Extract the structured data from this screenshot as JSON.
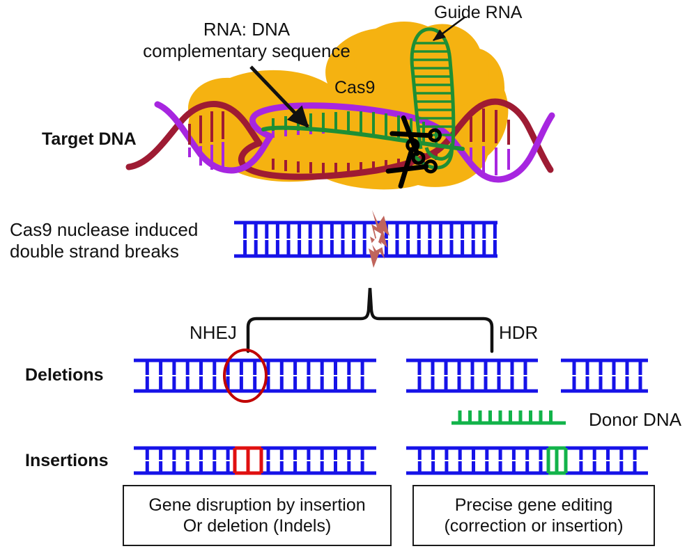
{
  "figure": {
    "title": "CRISPR-Cas9 genome editing mechanism",
    "type": "diagram"
  },
  "labels": {
    "rna_dna_complementary": "RNA: DNA\ncomplementary sequence",
    "guide_rna": "Guide RNA",
    "cas9": "Cas9",
    "target_dna": "Target DNA",
    "dsb_caption": "Cas9 nuclease induced\ndouble strand breaks",
    "nhej": "NHEJ",
    "hdr": "HDR",
    "deletions": "Deletions",
    "insertions": "Insertions",
    "donor_dna": "Donor DNA"
  },
  "outcome_boxes": {
    "left": "Gene disruption by insertion\nOr deletion (Indels)",
    "right": "Precise gene editing\n(correction or insertion)"
  },
  "colors": {
    "cas9_blob": "#F5B211",
    "dna_purple": "#A726E0",
    "dna_darkred": "#9E1B33",
    "guide_rna_green": "#1E8F35",
    "duplex_blue": "#1612E8",
    "donor_green": "#12B34A",
    "insertion_red": "#E01010",
    "deletion_circle_red": "#C00000",
    "break_bolt": "#C0655C",
    "text_black": "#111111",
    "box_border": "#1a1a1a"
  },
  "icons": {
    "scissors_top": "scissors-icon",
    "scissors_bottom": "scissors-icon",
    "arrow_rna_dna": "arrow-icon",
    "arrow_guide_rna": "arrow-icon",
    "brace": "curly-brace",
    "lightning_break": "lightning-bolt-icon",
    "deletion_ellipse": "ellipse-highlight"
  },
  "chart_data": {
    "type": "diagram",
    "panels": [
      {
        "name": "cas9-complex",
        "elements": [
          "Cas9 protein blob",
          "Target DNA double helix",
          "R-loop bubble",
          "Guide RNA hairpin",
          "two scissors cut sites"
        ]
      },
      {
        "name": "double-strand-break",
        "elements": [
          "blue DNA duplex",
          "jagged break at center"
        ]
      },
      {
        "name": "repair-pathways",
        "branches": [
          "NHEJ",
          "HDR"
        ]
      },
      {
        "name": "deletions-row",
        "nhej": "duplex with deleted region circled in red",
        "hdr": "two separated duplex fragments plus green donor DNA"
      },
      {
        "name": "insertions-row",
        "nhej": "duplex with red inserted segment",
        "hdr": "duplex with green inserted segment"
      }
    ]
  }
}
